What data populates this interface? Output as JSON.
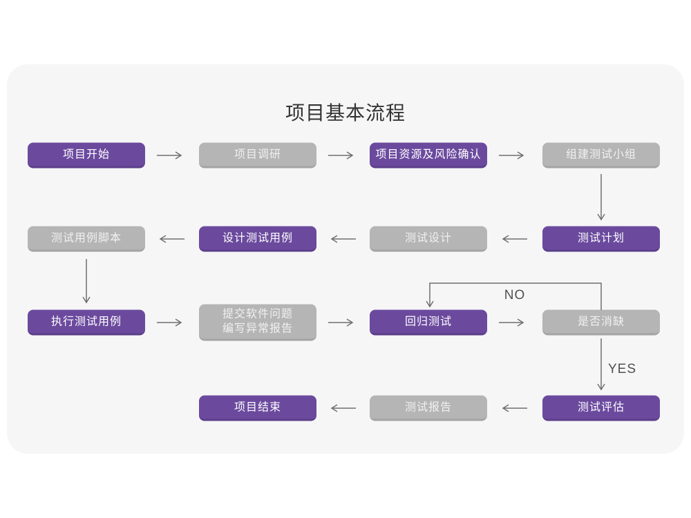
{
  "title": "项目基本流程",
  "edge_labels": {
    "no": "NO",
    "yes": "YES"
  },
  "colors": {
    "card_bg": "#F6F6F7",
    "title_text": "#333333",
    "node_purple": "#6B4A9E",
    "node_purple_edge": "#5C3F8A",
    "node_gray": "#B5B5B5",
    "node_gray_edge": "#A4A4A4",
    "node_text": "#FFFFFF",
    "node_text_gray": "#F1F1F1",
    "arrow": "#6E6E6E",
    "edge_label": "#4F4F4F"
  },
  "nodes": [
    {
      "id": "project-start",
      "label": "项目开始",
      "variant": "purple",
      "row": 1,
      "col": 1
    },
    {
      "id": "project-research",
      "label": "项目调研",
      "variant": "gray",
      "row": 1,
      "col": 2
    },
    {
      "id": "resources-risk",
      "label": "项目资源及风险确认",
      "variant": "purple",
      "row": 1,
      "col": 3
    },
    {
      "id": "build-test-team",
      "label": "组建测试小组",
      "variant": "gray",
      "row": 1,
      "col": 4
    },
    {
      "id": "test-case-script",
      "label": "测试用例脚本",
      "variant": "gray",
      "row": 2,
      "col": 1
    },
    {
      "id": "design-test-case",
      "label": "设计测试用例",
      "variant": "purple",
      "row": 2,
      "col": 2
    },
    {
      "id": "test-design",
      "label": "测试设计",
      "variant": "gray",
      "row": 2,
      "col": 3
    },
    {
      "id": "test-plan",
      "label": "测试计划",
      "variant": "purple",
      "row": 2,
      "col": 4
    },
    {
      "id": "run-test-case",
      "label": "执行测试用例",
      "variant": "purple",
      "row": 3,
      "col": 1
    },
    {
      "id": "submit-issues",
      "label": "提交软件问题\n编写异常报告",
      "variant": "gray",
      "row": 3,
      "col": 2
    },
    {
      "id": "regression-test",
      "label": "回归测试",
      "variant": "purple",
      "row": 3,
      "col": 3
    },
    {
      "id": "defect-cleared",
      "label": "是否消缺",
      "variant": "gray",
      "row": 3,
      "col": 4
    },
    {
      "id": "project-end",
      "label": "项目结束",
      "variant": "purple",
      "row": 4,
      "col": 2
    },
    {
      "id": "test-report",
      "label": "测试报告",
      "variant": "gray",
      "row": 4,
      "col": 3
    },
    {
      "id": "test-evaluate",
      "label": "测试评估",
      "variant": "purple",
      "row": 4,
      "col": 4
    }
  ]
}
